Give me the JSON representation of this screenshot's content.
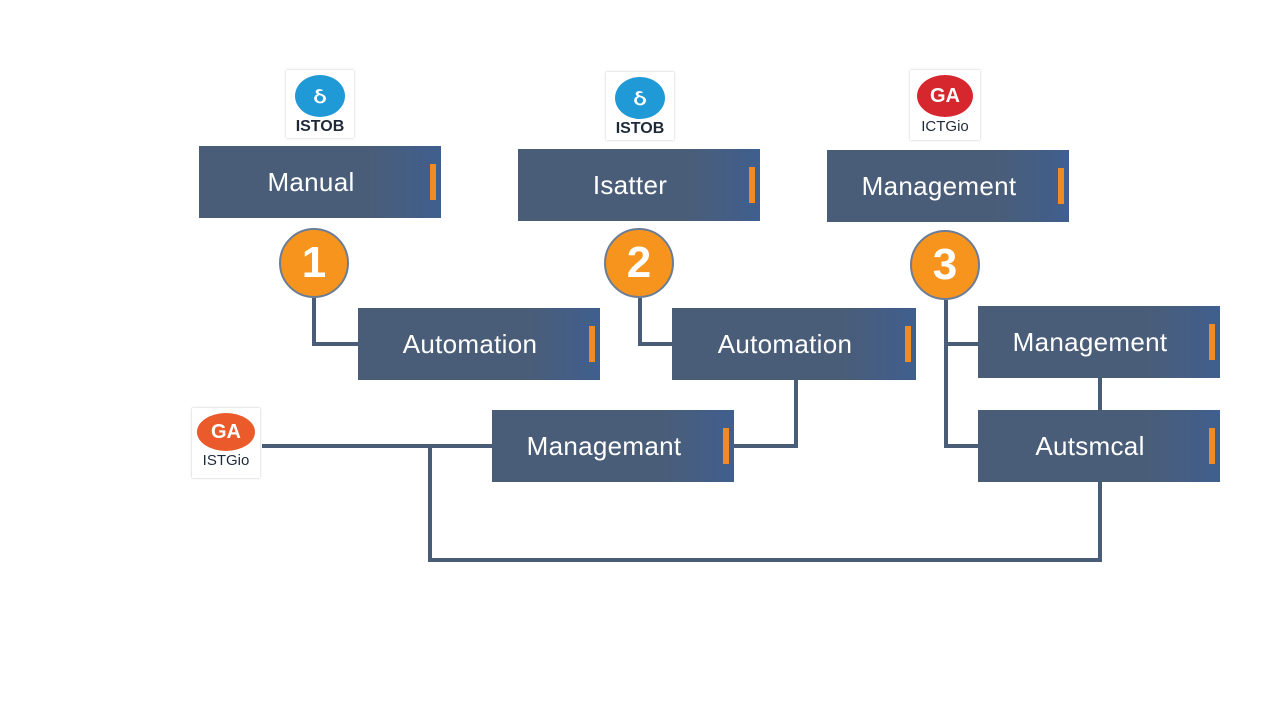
{
  "logos": [
    {
      "emblem": "ઠ",
      "caption": "ISTOB",
      "color": "#1f9ad6"
    },
    {
      "emblem": "ઠ",
      "caption": "ISTOB",
      "color": "#1f9ad6"
    },
    {
      "emblem": "GA",
      "caption": "ICTGio",
      "color": "#d6262e"
    },
    {
      "emblem": "GA",
      "caption": "ISTGio",
      "color": "#ea5a2b"
    }
  ],
  "steps": [
    "1",
    "2",
    "3"
  ],
  "boxes": {
    "top": [
      "Manual",
      "Isatter",
      "Management"
    ],
    "second": [
      "Automation",
      "Automation",
      "Management"
    ],
    "third": [
      "Managemant",
      "Autsmcal"
    ]
  },
  "colors": {
    "box": "#4a5d78",
    "accent": "#f08a24",
    "badge": "#f7941d",
    "connector": "#4a5d78"
  }
}
